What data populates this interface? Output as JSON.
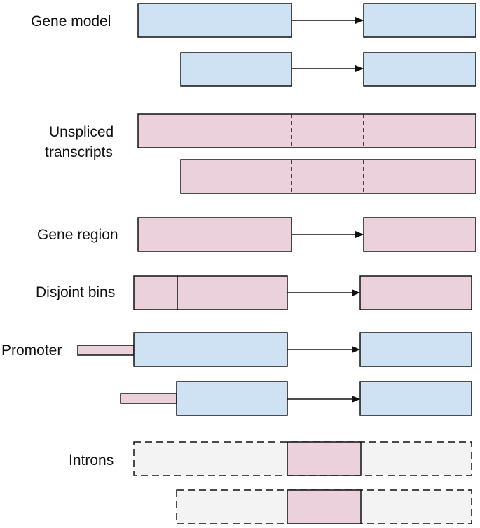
{
  "colors": {
    "exon_blue": "#cfe2f3",
    "region_pink": "#ead1dc",
    "intron_gray": "#f3f3f3",
    "stroke": "#111111"
  },
  "rows": {
    "gene_model": {
      "label": "Gene model"
    },
    "unspliced": {
      "label_line1": "Unspliced",
      "label_line2": "transcripts"
    },
    "gene_region": {
      "label": "Gene region"
    },
    "disjoint_bins": {
      "label": "Disjoint bins"
    },
    "promoter": {
      "label": "Promoter"
    },
    "introns": {
      "label": "Introns"
    }
  }
}
